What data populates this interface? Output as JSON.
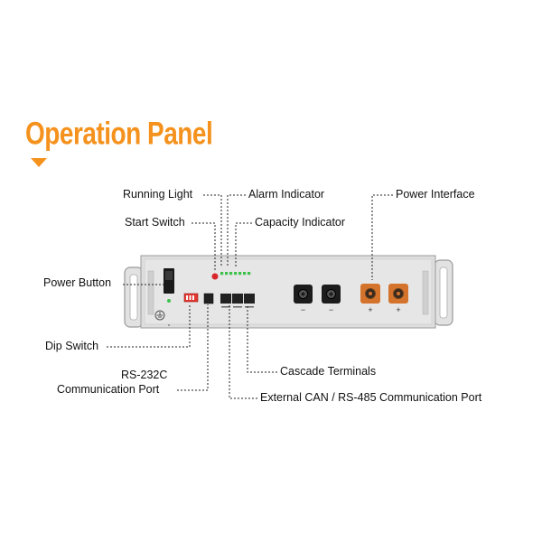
{
  "title": "Operation Panel",
  "colors": {
    "accent": "#f5921e",
    "panel": "#dcdcdc",
    "terminal": "#d4742c",
    "led": "#3cc24a",
    "alarm": "#d8262a"
  },
  "labels": {
    "running_light": "Running Light",
    "alarm_indicator": "Alarm Indicator",
    "start_switch": "Start Switch",
    "capacity_indicator": "Capacity Indicator",
    "power_interface": "Power Interface",
    "power_button": "Power Button",
    "dip_switch": "Dip Switch",
    "rs232_line1": "RS-232C",
    "rs232_line2": "Communication Port",
    "cascade_terminals": "Cascade Terminals",
    "external_can": "External CAN / RS-485 Communication Port"
  },
  "terminals": [
    {
      "polarity": "−",
      "color": "black"
    },
    {
      "polarity": "−",
      "color": "black"
    },
    {
      "polarity": "+",
      "color": "orange"
    },
    {
      "polarity": "+",
      "color": "orange"
    }
  ]
}
